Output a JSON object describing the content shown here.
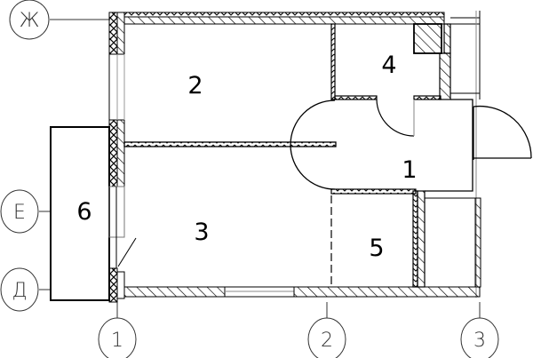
{
  "plan": {
    "rooms": [
      {
        "id": "room-1",
        "label": "1"
      },
      {
        "id": "room-2",
        "label": "2"
      },
      {
        "id": "room-3",
        "label": "3"
      },
      {
        "id": "room-4",
        "label": "4"
      },
      {
        "id": "room-5",
        "label": "5"
      },
      {
        "id": "room-6",
        "label": "6"
      }
    ],
    "axes_horizontal": [
      "Ж",
      "Е",
      "Д"
    ],
    "axes_vertical": [
      "1",
      "2",
      "3"
    ]
  },
  "colors": {
    "line": "#000000",
    "axis": "#333333",
    "background": "#ffffff"
  }
}
